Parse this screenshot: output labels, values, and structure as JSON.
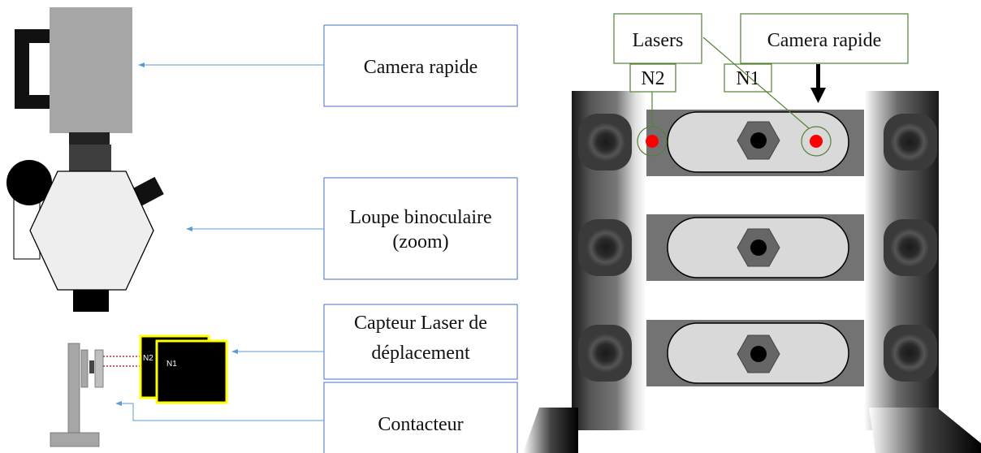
{
  "left_labels": {
    "camera": "Camera rapide",
    "loupe_line1": "Loupe binoculaire",
    "loupe_line2": "(zoom)",
    "capteur_line1": "Capteur Laser de",
    "capteur_line2": "déplacement",
    "contacteur": "Contacteur"
  },
  "sensors": {
    "front": "N1",
    "back": "N2"
  },
  "right_labels": {
    "lasers": "Lasers",
    "camera": "Camera rapide",
    "n1": "N1",
    "n2": "N2"
  },
  "colors": {
    "label_box_border": "#4472c4",
    "arrow": "#5b9bd5",
    "callout_green": "#548235",
    "laser_red": "#ff0000",
    "sensor_border": "#ffff00"
  }
}
